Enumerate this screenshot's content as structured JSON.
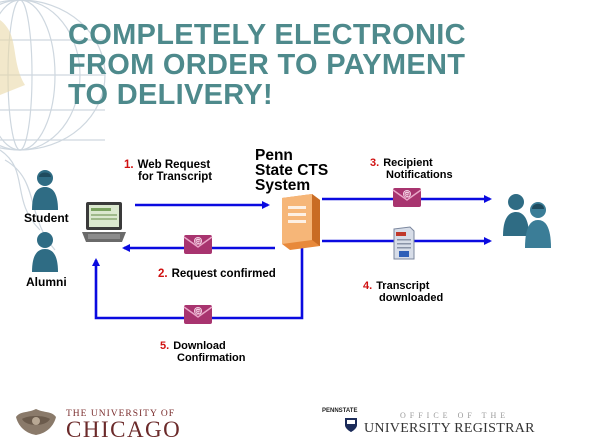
{
  "title": {
    "line1": "COMPLETELY ELECTRONIC",
    "line2": "FROM ORDER TO PAYMENT",
    "line3": "TO DELIVERY!"
  },
  "system_label": {
    "line1": "Penn",
    "line2": "State CTS",
    "line3": "System"
  },
  "actors": {
    "student": "Student",
    "alumni": "Alumni"
  },
  "steps": [
    {
      "num": "1.",
      "line1": "Web Request",
      "line2": "for Transcript"
    },
    {
      "num": "2.",
      "line1": "Request confirmed",
      "line2": ""
    },
    {
      "num": "3.",
      "line1": "Recipient",
      "line2": "Notifications"
    },
    {
      "num": "4.",
      "line1": "Transcript",
      "line2": "downloaded"
    },
    {
      "num": "5.",
      "line1": "Download",
      "line2": "Confirmation"
    }
  ],
  "footer": {
    "uchicago_top": "THE UNIVERSITY OF",
    "uchicago_main": "CHICAGO",
    "pennstate_mark": "PENNSTATE",
    "registrar_top": "OFFICE OF THE",
    "registrar_main": "UNIVERSITY REGISTRAR"
  },
  "colors": {
    "title": "#4e8a8c",
    "arrow": "#0a0ae0",
    "step_number": "#d01010",
    "envelope": "#b0327f",
    "person": "#2f6c84",
    "server": "#f2a35c"
  },
  "icons": [
    "globe-watermark-icon",
    "student-person-icon",
    "alumni-person-icon",
    "laptop-icon",
    "server-icon",
    "envelope-icon",
    "transcript-document-icon",
    "recipients-group-icon",
    "uchicago-seal-icon",
    "pennstate-shield-icon"
  ]
}
